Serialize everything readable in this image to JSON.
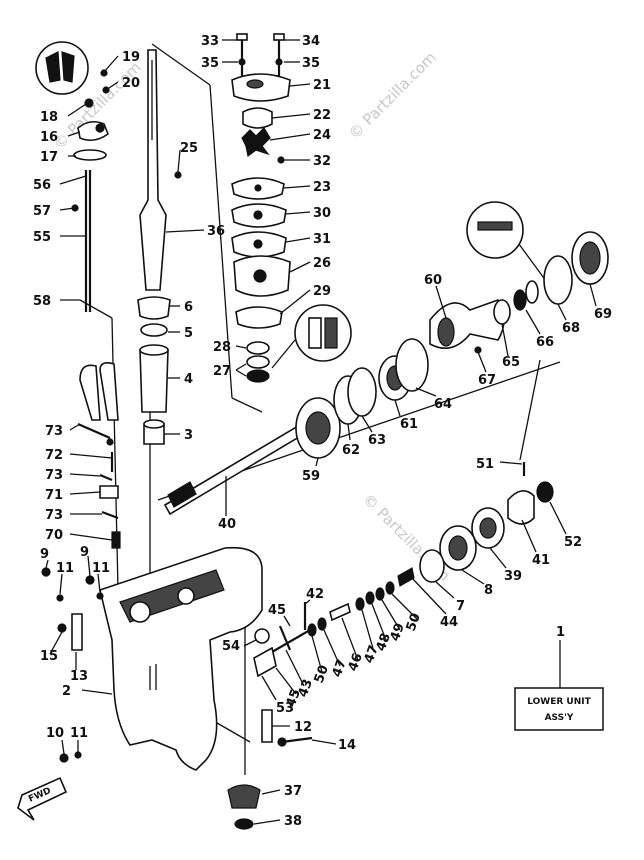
{
  "diagram": {
    "watermarks": [
      "© Partzilla.com",
      "© Partzilla.com",
      "© Partzilla.com"
    ],
    "assembly_box": {
      "line1": "LOWER UNIT",
      "line2": "ASS'Y"
    },
    "fwd_label": "FWD",
    "callouts": [
      {
        "id": "c33",
        "text": "33"
      },
      {
        "id": "c34",
        "text": "34"
      },
      {
        "id": "c35a",
        "text": "35"
      },
      {
        "id": "c35b",
        "text": "35"
      },
      {
        "id": "c21",
        "text": "21"
      },
      {
        "id": "c22",
        "text": "22"
      },
      {
        "id": "c24",
        "text": "24"
      },
      {
        "id": "c32",
        "text": "32"
      },
      {
        "id": "c23",
        "text": "23"
      },
      {
        "id": "c30",
        "text": "30"
      },
      {
        "id": "c31",
        "text": "31"
      },
      {
        "id": "c26",
        "text": "26"
      },
      {
        "id": "c29",
        "text": "29"
      },
      {
        "id": "c28",
        "text": "28"
      },
      {
        "id": "c27",
        "text": "27"
      },
      {
        "id": "c19",
        "text": "19"
      },
      {
        "id": "c20",
        "text": "20"
      },
      {
        "id": "c18",
        "text": "18"
      },
      {
        "id": "c16",
        "text": "16"
      },
      {
        "id": "c17",
        "text": "17"
      },
      {
        "id": "c56",
        "text": "56"
      },
      {
        "id": "c57",
        "text": "57"
      },
      {
        "id": "c55",
        "text": "55"
      },
      {
        "id": "c58",
        "text": "58"
      },
      {
        "id": "c25",
        "text": "25"
      },
      {
        "id": "c36",
        "text": "36"
      },
      {
        "id": "c6",
        "text": "6"
      },
      {
        "id": "c5",
        "text": "5"
      },
      {
        "id": "c4",
        "text": "4"
      },
      {
        "id": "c3",
        "text": "3"
      },
      {
        "id": "c73a",
        "text": "73"
      },
      {
        "id": "c72",
        "text": "72"
      },
      {
        "id": "c73b",
        "text": "73"
      },
      {
        "id": "c71",
        "text": "71"
      },
      {
        "id": "c73c",
        "text": "73"
      },
      {
        "id": "c70",
        "text": "70"
      },
      {
        "id": "c9a",
        "text": "9"
      },
      {
        "id": "c11a",
        "text": "11"
      },
      {
        "id": "c9b",
        "text": "9"
      },
      {
        "id": "c11b",
        "text": "11"
      },
      {
        "id": "c15",
        "text": "15"
      },
      {
        "id": "c13",
        "text": "13"
      },
      {
        "id": "c2",
        "text": "2"
      },
      {
        "id": "c10",
        "text": "10"
      },
      {
        "id": "c11c",
        "text": "11"
      },
      {
        "id": "c40",
        "text": "40"
      },
      {
        "id": "c59",
        "text": "59"
      },
      {
        "id": "c62",
        "text": "62"
      },
      {
        "id": "c63",
        "text": "63"
      },
      {
        "id": "c61",
        "text": "61"
      },
      {
        "id": "c64",
        "text": "64"
      },
      {
        "id": "c60",
        "text": "60"
      },
      {
        "id": "c65",
        "text": "65"
      },
      {
        "id": "c66",
        "text": "66"
      },
      {
        "id": "c67",
        "text": "67"
      },
      {
        "id": "c68",
        "text": "68"
      },
      {
        "id": "c69",
        "text": "69"
      },
      {
        "id": "c51",
        "text": "51"
      },
      {
        "id": "c52",
        "text": "52"
      },
      {
        "id": "c41",
        "text": "41"
      },
      {
        "id": "c39",
        "text": "39"
      },
      {
        "id": "c8",
        "text": "8"
      },
      {
        "id": "c7",
        "text": "7"
      },
      {
        "id": "c44",
        "text": "44"
      },
      {
        "id": "c50a",
        "text": "50"
      },
      {
        "id": "c49",
        "text": "49"
      },
      {
        "id": "c48",
        "text": "48"
      },
      {
        "id": "c47a",
        "text": "47"
      },
      {
        "id": "c46",
        "text": "46"
      },
      {
        "id": "c47b",
        "text": "47"
      },
      {
        "id": "c50b",
        "text": "50"
      },
      {
        "id": "c42",
        "text": "42"
      },
      {
        "id": "c45a",
        "text": "45"
      },
      {
        "id": "c54",
        "text": "54"
      },
      {
        "id": "c43",
        "text": "43"
      },
      {
        "id": "c45b",
        "text": "45"
      },
      {
        "id": "c53",
        "text": "53"
      },
      {
        "id": "c12",
        "text": "12"
      },
      {
        "id": "c14",
        "text": "14"
      },
      {
        "id": "c37",
        "text": "37"
      },
      {
        "id": "c38",
        "text": "38"
      },
      {
        "id": "c1",
        "text": "1"
      }
    ]
  }
}
